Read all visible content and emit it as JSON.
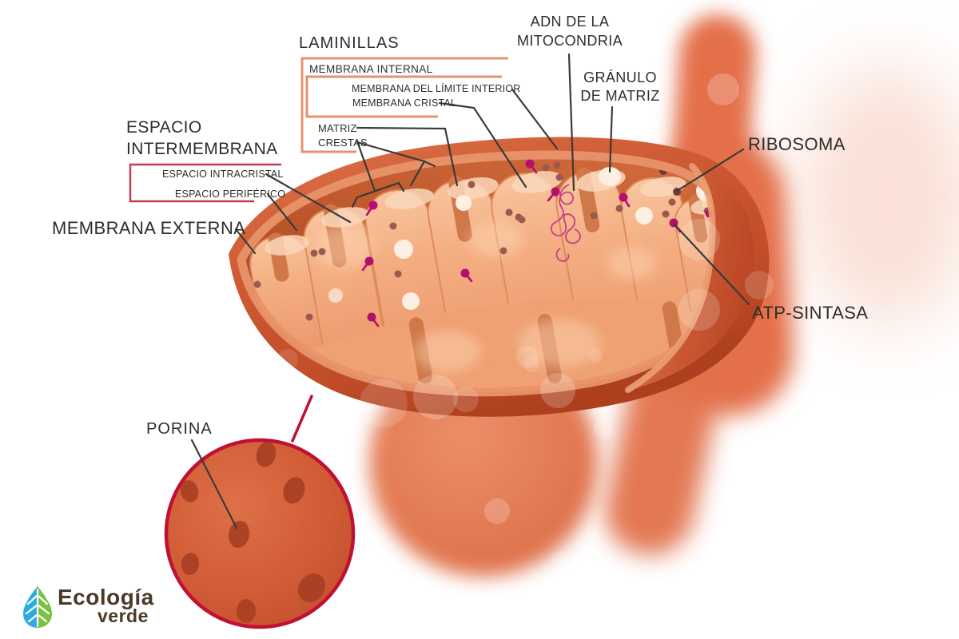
{
  "labels": {
    "laminillas": "LAMINILLAS",
    "membrana_internal": "MEMBRANA INTERNAL",
    "membrana_limite": "MEMBRANA DEL LÍMITE INTERIOR",
    "membrana_cristal": "MEMBRANA CRISTAL",
    "matriz": "MATRIZ",
    "crestas": "CRESTAS",
    "espacio_1": "ESPACIO",
    "espacio_2": "INTERMEMBRANA",
    "espacio_intracristal": "ESPACIO INTRACRISTAL",
    "espacio_periferico": "ESPACIO PERIFÉRICO",
    "membrana_externa": "MEMBRANA EXTERNA",
    "adn_1": "ADN DE LA",
    "adn_2": "MITOCONDRIA",
    "granulo_1": "GRÁNULO",
    "granulo_2": "DE MATRIZ",
    "ribosoma": "RIBOSOMA",
    "atp_sintasa": "ATP-SINTASA",
    "porina": "PORINA"
  },
  "logo": {
    "top": "Ecología",
    "bottom": "verde"
  },
  "colors": {
    "outer_membrane": "#cf5b34",
    "membrane_dark": "#ad3f1e",
    "inner_rim": "#e8936a",
    "matrix_bg": "#bb5429",
    "crista_fill": "#f4ae82",
    "crista_light": "#fbd8ba",
    "crista_notch": "#d0784a",
    "granule": "#fdf0e3",
    "ribosome_dot": "#9a5a50",
    "atp_magenta": "#b30f6e",
    "dna_pink": "#c73e84",
    "bracket_orange": "#e8926c",
    "bracket_red": "#c23b52",
    "porina_border": "#c11031",
    "leader_line": "#3a3a3a",
    "logo_text": "#4a3a27",
    "logo_blue": "#2aabe2",
    "logo_green": "#7ac143"
  }
}
